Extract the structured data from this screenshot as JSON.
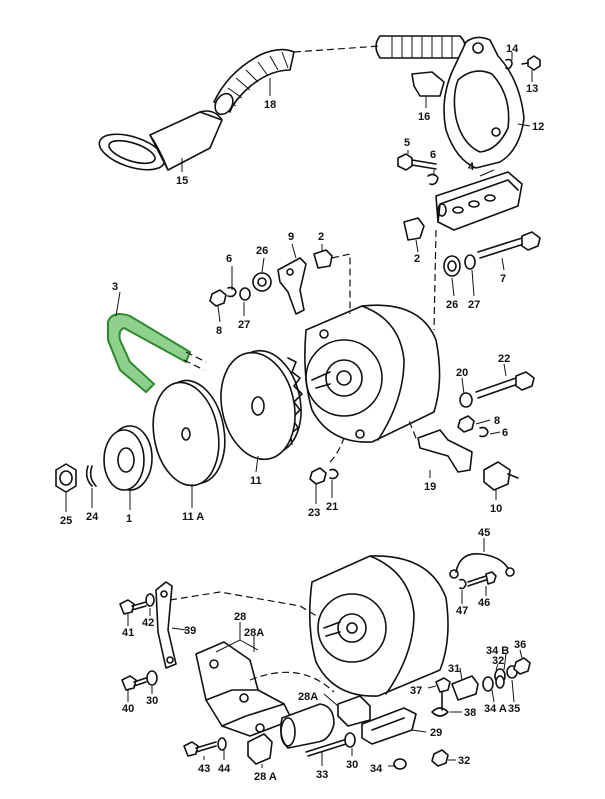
{
  "labels": [
    {
      "id": "l14",
      "text": "14"
    },
    {
      "id": "l13",
      "text": "13"
    },
    {
      "id": "l12",
      "text": "12"
    },
    {
      "id": "l16",
      "text": "16"
    },
    {
      "id": "l18",
      "text": "18"
    },
    {
      "id": "l15",
      "text": "15"
    },
    {
      "id": "l5",
      "text": "5"
    },
    {
      "id": "l6a",
      "text": "6"
    },
    {
      "id": "l4",
      "text": "4"
    },
    {
      "id": "l9",
      "text": "9"
    },
    {
      "id": "l2a",
      "text": "2"
    },
    {
      "id": "l26a",
      "text": "26"
    },
    {
      "id": "l6b",
      "text": "6"
    },
    {
      "id": "l8a",
      "text": "8"
    },
    {
      "id": "l27a",
      "text": "27"
    },
    {
      "id": "l2b",
      "text": "2"
    },
    {
      "id": "l26b",
      "text": "26"
    },
    {
      "id": "l27b",
      "text": "27"
    },
    {
      "id": "l7",
      "text": "7"
    },
    {
      "id": "l3",
      "text": "3"
    },
    {
      "id": "l22",
      "text": "22"
    },
    {
      "id": "l20",
      "text": "20"
    },
    {
      "id": "l8b",
      "text": "8"
    },
    {
      "id": "l6c",
      "text": "6"
    },
    {
      "id": "l11",
      "text": "11"
    },
    {
      "id": "l19",
      "text": "19"
    },
    {
      "id": "l10",
      "text": "10"
    },
    {
      "id": "l25",
      "text": "25"
    },
    {
      "id": "l24",
      "text": "24"
    },
    {
      "id": "l1",
      "text": "1"
    },
    {
      "id": "l11A",
      "text": "11 A"
    },
    {
      "id": "l23",
      "text": "23"
    },
    {
      "id": "l21",
      "text": "21"
    },
    {
      "id": "l45",
      "text": "45"
    },
    {
      "id": "l47",
      "text": "47"
    },
    {
      "id": "l46",
      "text": "46"
    },
    {
      "id": "l28a",
      "text": "28"
    },
    {
      "id": "l28A1",
      "text": "28A"
    },
    {
      "id": "l41",
      "text": "41"
    },
    {
      "id": "l42",
      "text": "42"
    },
    {
      "id": "l39",
      "text": "39"
    },
    {
      "id": "l36",
      "text": "36"
    },
    {
      "id": "l32a",
      "text": "32"
    },
    {
      "id": "l34B",
      "text": "34 B"
    },
    {
      "id": "l31",
      "text": "31"
    },
    {
      "id": "l37",
      "text": "37"
    },
    {
      "id": "l28A2",
      "text": "28A"
    },
    {
      "id": "l34A",
      "text": "34 A"
    },
    {
      "id": "l35",
      "text": "35"
    },
    {
      "id": "l38",
      "text": "38"
    },
    {
      "id": "l40",
      "text": "40"
    },
    {
      "id": "l30a",
      "text": "30"
    },
    {
      "id": "l29",
      "text": "29"
    },
    {
      "id": "l43",
      "text": "43"
    },
    {
      "id": "l44",
      "text": "44"
    },
    {
      "id": "l28A3",
      "text": "28 A"
    },
    {
      "id": "l33",
      "text": "33"
    },
    {
      "id": "l30b",
      "text": "30"
    },
    {
      "id": "l34",
      "text": "34"
    },
    {
      "id": "l32b",
      "text": "32"
    }
  ]
}
